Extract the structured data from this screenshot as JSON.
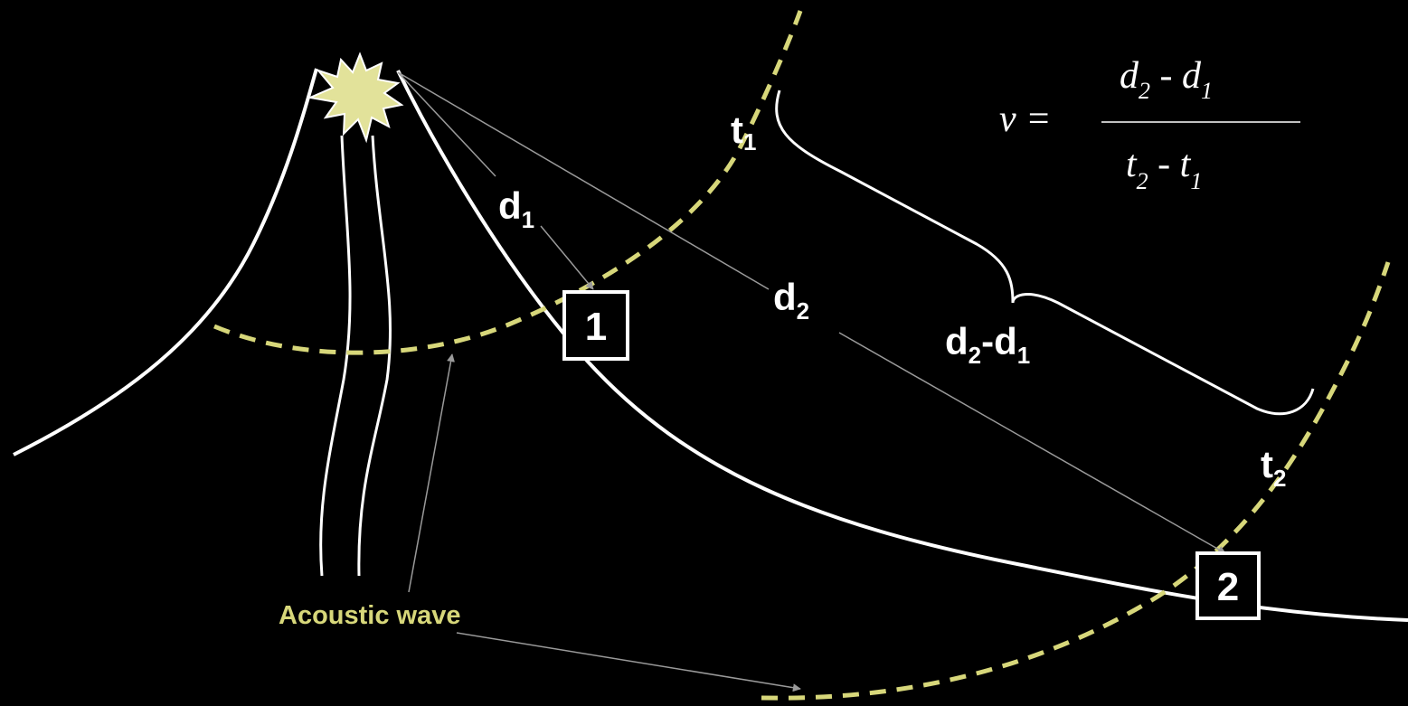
{
  "colors": {
    "background": "#000000",
    "line": "#ffffff",
    "wave": "#d7d77a",
    "arrow": "#9a9a9a",
    "burst": "#e2e29a"
  },
  "labels": {
    "t1": {
      "base": "t",
      "sub": "1"
    },
    "t2": {
      "base": "t",
      "sub": "2"
    },
    "d1": {
      "base": "d",
      "sub": "1"
    },
    "d2": {
      "base": "d",
      "sub": "2"
    },
    "d2_minus_d1": {
      "base_a": "d",
      "sub_a": "2",
      "minus": "-",
      "base_b": "d",
      "sub_b": "1"
    },
    "acoustic_wave": "Acoustic wave"
  },
  "formula": {
    "lhs": "v =",
    "numerator": {
      "a": "d",
      "a_sub": "2",
      "op": " - ",
      "b": "d",
      "b_sub": "1"
    },
    "denominator": {
      "a": "t",
      "a_sub": "2",
      "op": " - ",
      "b": "t",
      "b_sub": "1"
    }
  },
  "stations": [
    {
      "label": "1"
    },
    {
      "label": "2"
    }
  ]
}
